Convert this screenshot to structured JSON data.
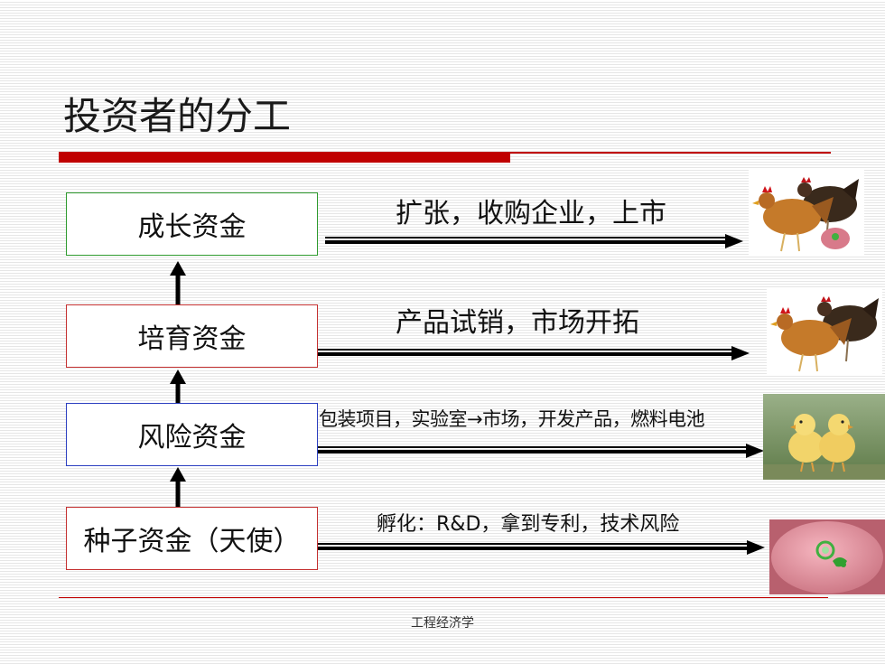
{
  "slide": {
    "title": "投资者的分工",
    "footer": "工程经济学"
  },
  "stages": [
    {
      "label": "成长资金",
      "border_color": "#2e9a2e",
      "action": "扩张，收购企业，上市"
    },
    {
      "label": "培育资金",
      "border_color": "#c43030",
      "action": "产品试销，市场开拓"
    },
    {
      "label": "风险资金",
      "border_color": "#2c3fc0",
      "action": "包装项目，实验室→市场，开发产品，燃料电池"
    },
    {
      "label": "种子资金（天使）",
      "border_color": "#c43030",
      "action": "孵化：R&D，拿到专利，技术风险"
    }
  ],
  "images": [
    {
      "icon": "adult-hens-with-egg-photo"
    },
    {
      "icon": "adult-hens-photo"
    },
    {
      "icon": "chicks-photo"
    },
    {
      "icon": "decorated-egg-photo"
    }
  ],
  "colors": {
    "accent_red": "#c00000"
  }
}
